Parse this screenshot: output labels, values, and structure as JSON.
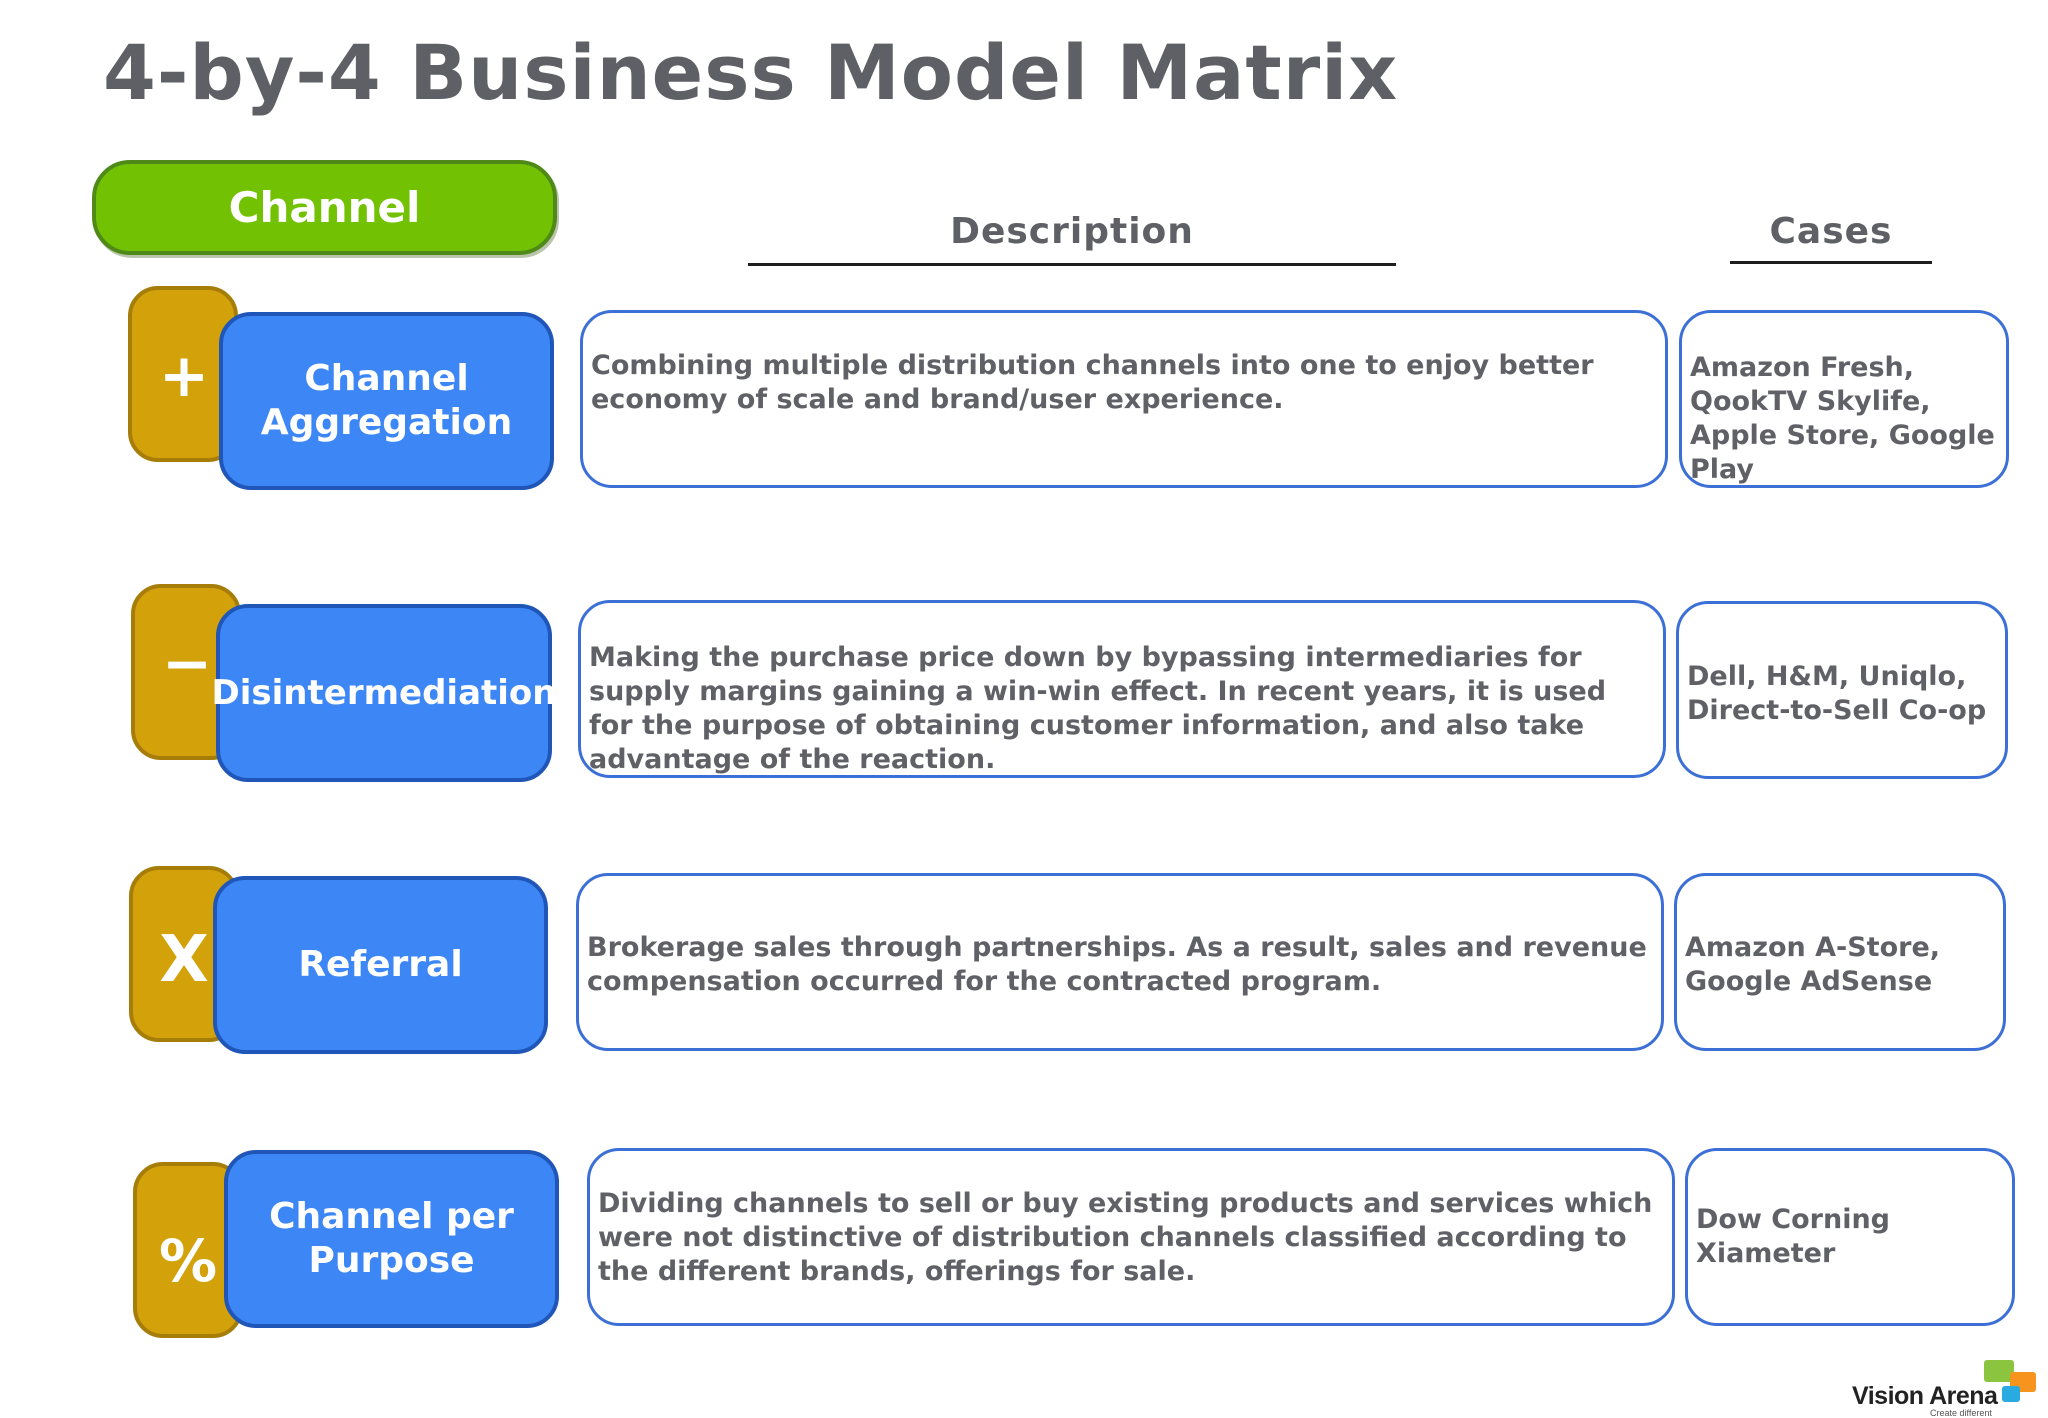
{
  "title": "4-by-4 Business Model Matrix",
  "category": "Channel",
  "columns": {
    "description": "Description",
    "cases": "Cases"
  },
  "rows": [
    {
      "operator": "+",
      "name": "Channel Aggregation",
      "description": "Combining multiple distribution channels into one to enjoy better economy of scale and brand/user experience.",
      "cases": "Amazon Fresh, QookTV Skylife, Apple Store, Google Play"
    },
    {
      "operator": "−",
      "name": "Disintermediation",
      "description": " Making the purchase price down by bypassing intermediaries for supply margins gaining a win-win effect. In recent years, it is used for the purpose of obtaining customer information, and also take advantage of the reaction.",
      "cases": "Dell, H&M, Uniqlo, Direct-to-Sell Co-op"
    },
    {
      "operator": "X",
      "name": "Referral",
      "description": "Brokerage sales through partnerships. As a result, sales and revenue compensation occurred for the contracted program.",
      "cases": "Amazon A-Store, Google AdSense"
    },
    {
      "operator": "%",
      "name": "Channel per Purpose",
      "description": "Dividing channels to sell or buy existing products and services  which were not distinctive of distribution channels classified according to the different brands, offerings for sale.",
      "cases": "Dow Corning Xiameter"
    }
  ],
  "logo": {
    "name": "Vision Arena",
    "tagline": "Create different",
    "colors": [
      "#8bc53f",
      "#f7941d",
      "#29abe2"
    ]
  },
  "colors": {
    "title": "#5f6066",
    "category_fill": "#72c103",
    "operator_fill": "#d3a10a",
    "channel_fill": "#3d86f5",
    "box_border": "#3c70d6",
    "body_text": "#606167"
  }
}
